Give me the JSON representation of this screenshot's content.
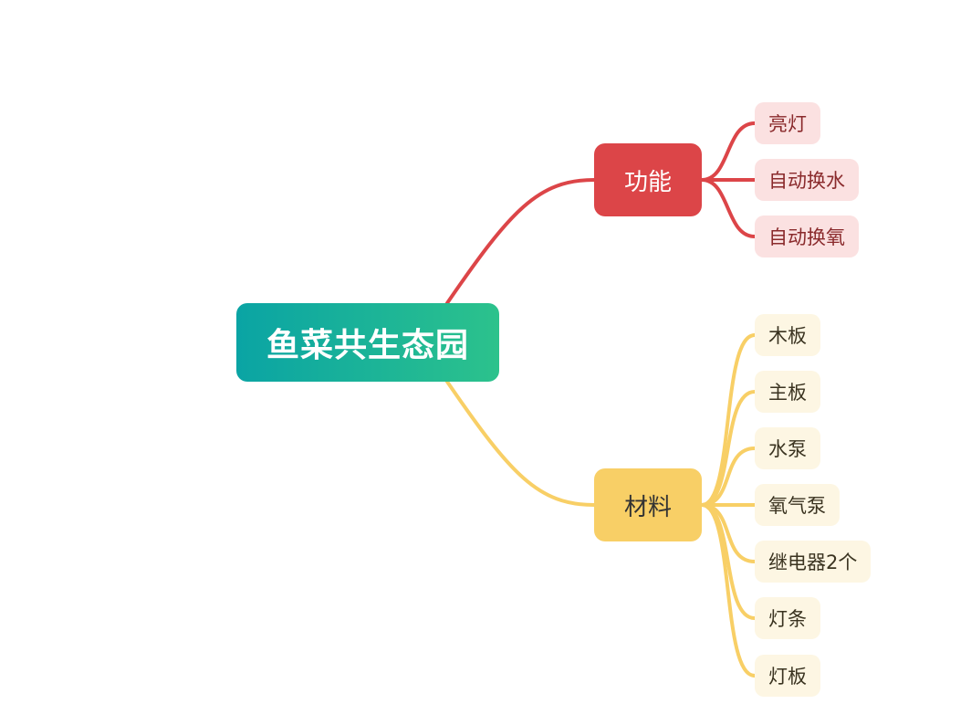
{
  "mindmap": {
    "root": "鱼菜共生态园",
    "branches": [
      {
        "label": "功能",
        "color": "#dc4548",
        "children": [
          "亮灯",
          "自动换水",
          "自动换氧"
        ]
      },
      {
        "label": "材料",
        "color": "#f8cf66",
        "children": [
          "木板",
          "主板",
          "水泵",
          "氧气泵",
          "继电器2个",
          "灯条",
          "灯板"
        ]
      }
    ]
  }
}
